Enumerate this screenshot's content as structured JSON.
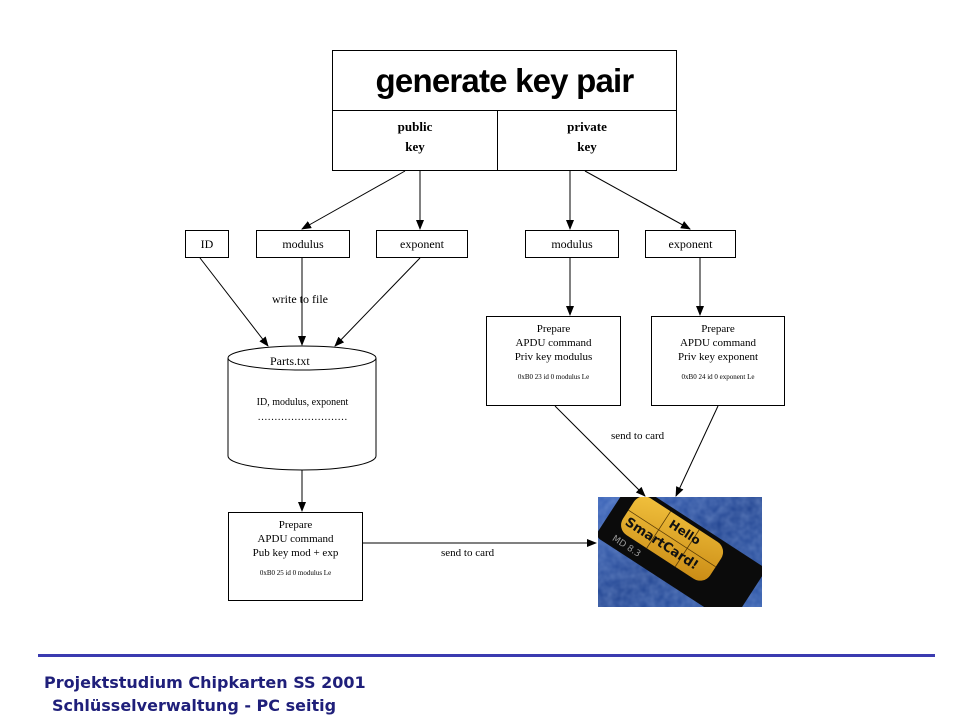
{
  "keypair": {
    "title": "generate key pair",
    "public": {
      "line1": "public",
      "line2": "key"
    },
    "private": {
      "line1": "private",
      "line2": "key"
    }
  },
  "fields": {
    "id": "ID",
    "public_modulus": "modulus",
    "public_exponent": "exponent",
    "private_modulus": "modulus",
    "private_exponent": "exponent"
  },
  "write_to_file_label": "write to file",
  "file": {
    "name": "Parts.txt",
    "content": "ID, modulus, exponent",
    "continuation": "………………………"
  },
  "apdu": {
    "public": {
      "lines": [
        "Prepare",
        "APDU command",
        "Pub key mod + exp"
      ],
      "command": "0xB0 25 id 0 modulus Le"
    },
    "private_modulus": {
      "lines": [
        "Prepare",
        "APDU command",
        "Priv key modulus"
      ],
      "command": "0xB0 23 id 0 modulus Le"
    },
    "private_exponent": {
      "lines": [
        "Prepare",
        "APDU command",
        "Priv key exponent"
      ],
      "command": "0xB0 24 id 0 exponent Le"
    }
  },
  "send_labels": {
    "public": "send to card",
    "private": "send to card"
  },
  "smartcard": {
    "text_hello": "Hello",
    "text_smartcard": "SmartCard!",
    "text_model": "MD 8.3"
  },
  "footer": {
    "line1": "Projektstudium Chipkarten SS 2001",
    "line2": "Schlüsselverwaltung - PC seitig"
  },
  "colors": {
    "footer_text": "#1f1f7a",
    "footer_rule": "#3b3bb0"
  }
}
